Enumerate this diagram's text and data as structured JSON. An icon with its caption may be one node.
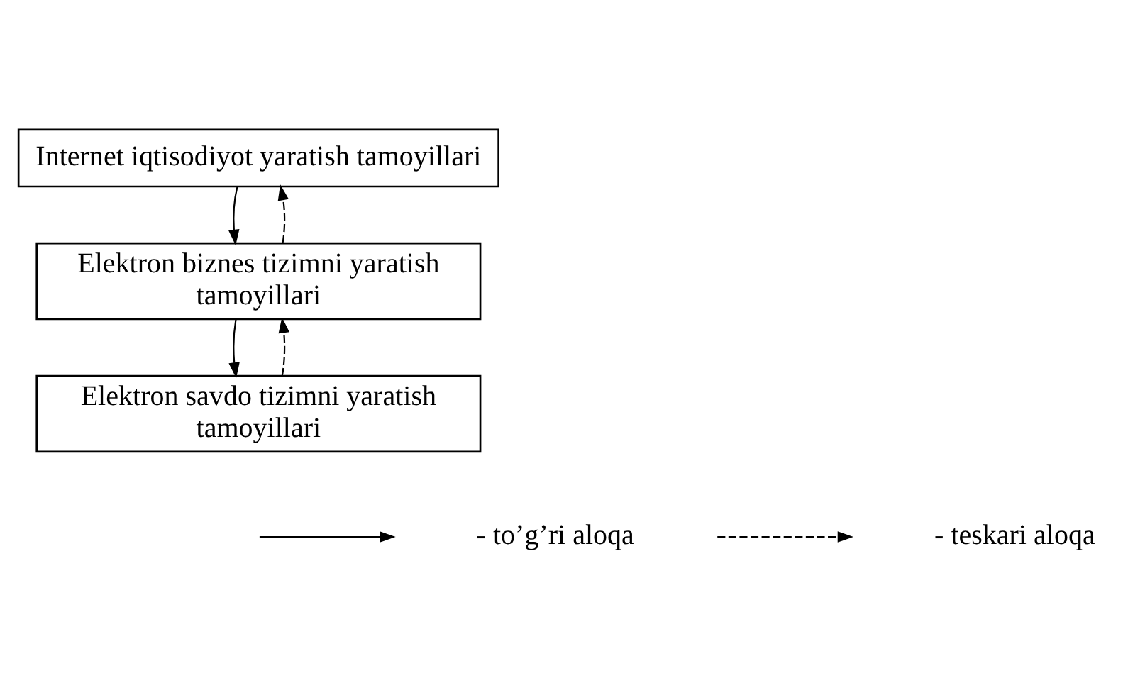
{
  "diagram": {
    "nodes": [
      {
        "text": [
          "Internet iqtisodiyot yaratish tamoyillari"
        ]
      },
      {
        "text": [
          "Elektron biznes tizimni yaratish tamoyillari"
        ]
      },
      {
        "text": [
          "Elektron savdo tizimni yaratish tamoyillari"
        ]
      }
    ],
    "edges": [
      {
        "from": 0,
        "to": 1,
        "arrow": "to"
      },
      {
        "from": 1,
        "to": 0,
        "arrow": "to",
        "style": "dashed"
      },
      {
        "from": 1,
        "to": 2,
        "arrow": "to"
      },
      {
        "from": 2,
        "to": 1,
        "arrow": "to",
        "style": "dashed"
      }
    ],
    "legend": [
      {
        "text": "- to’g’ri aloqa"
      },
      {
        "text": "- teskari aloqa"
      }
    ]
  }
}
